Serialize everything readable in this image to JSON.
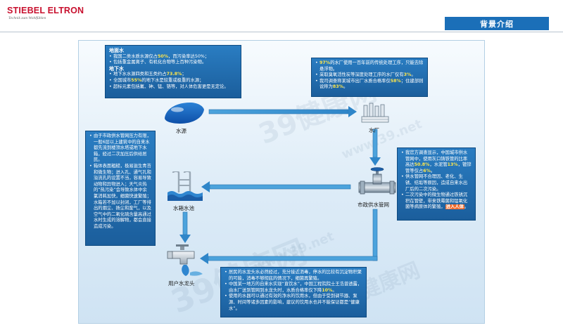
{
  "header": {
    "brand": "STIEBEL ELTRON",
    "tagline": "Technik zum Wohlfühlen",
    "section_title": "背景介绍"
  },
  "watermark": {
    "text1": "39健康网",
    "text2": "www.39.net"
  },
  "colors": {
    "panel_bg": "#dcebf7",
    "box_bg": "#1b5e9c",
    "highlight": "#ffe64a",
    "orange_highlight": "#f06a2b",
    "arrow": "#4ca3dc",
    "brand_red": "#c8102e",
    "tab_blue": "#1b6fb8"
  },
  "nodes": {
    "source": {
      "label": "水源",
      "icon": "water-drop-icon"
    },
    "plant": {
      "label": "水厂",
      "icon": "water-plant-icon"
    },
    "pipe": {
      "label": "市政供水管网",
      "icon": "pipe-valve-icon"
    },
    "tank": {
      "label": "水箱水池",
      "icon": "pool-ladder-icon"
    },
    "tap": {
      "label": "用户水龙头",
      "icon": "faucet-icon"
    }
  },
  "boxes": {
    "source": {
      "surface_title": "地面水",
      "s1a": "我国二类水质水源仅占",
      "s1h": "50%",
      "s1b": "，而污染率达50%；",
      "s2": "包括重金属离子、有机化合物等上百种污染物。",
      "ground_title": "地下水",
      "g1a": "地下水水源四类和五类约占",
      "g1h": "73.8%",
      "g1b": "；",
      "g2a": "全国城市",
      "g2h": "55%",
      "g2b": "的地下水是较重或极重的水源；",
      "g3": "超标元素包括氟、砷、锰、铬等，对人体危害更是无定论。"
    },
    "plant": {
      "p1a": "",
      "p1h": "97%",
      "p1b": "的水厂使用一百年前的传统处理工序，只能去除悬浮物。",
      "p2a": "采取臭氧活性炭等深度处理工序的水厂仅有",
      "p2h": "3%",
      "p2b": "。",
      "p3a": "我司调查称某城市出厂水质合格率仅",
      "p3h": "58%",
      "p3b": "；住建部则说称为",
      "p3h2": "83%",
      "p3c": "。"
    },
    "pipe": {
      "q1a": "我官方调查显示，中国城市供水管网中，使用灰口铸铁管的比率高达",
      "q1h": "50.8%",
      "q1b": "，水泥管",
      "q1h2": "13%",
      "q1c": "，镀锌管等仅占",
      "q1h3": "6%",
      "q1d": "。",
      "q2": "供水管网不合理因、老化、生锈、结垢等原因，造成自来水出厂后的二次污染。",
      "q3a": "二次污染中的微生物通过铁锈沉积在管壁，带来铁霉菌和锰氧化菌等病原体的繁殖，",
      "q3h": "进入人体",
      "q3b": "。"
    },
    "tank": {
      "t1": "由于市政供水管网压力有限，一般6层以上建筑中的自来水都先流到楼顶水塔或地下水箱，经过二次加压后供给居民。",
      "t2": "箱体表面粗糙，极易滋生青苔和微生物；进入孔、通气孔和溢流孔的设置不当，容易导致动物和异物进入；天气炎热的“热污染”会导致水体中余氯消耗加快，细菌快速繁殖；水箱若不加以封闭，工厂等排出的烟尘、扬尘和废气，以及空气中的二氧化硫含量高通过水时生成的溶解物，都会直接造成污染。"
    },
    "tap": {
      "u1": "居民的水龙头水必然经过，充分接近消毒，停水的比较有沉淀物积聚的可能，消毒不够彻底的情况下，细菌再繁殖。",
      "u2a": "中国某一地方的自来水实现“直饮水”，中国工程院院士王浩曾透露，由水厂送到管网到水龙头时，水质合格率仅下降",
      "u2h": "10%",
      "u2b": "。",
      "u3": "使用的水器可以通过有效的净水的饮用水，但由于受到调节器、泵源、时间等诸多因素的影响，建议的饮用水也并不能保证都是“健康水”。"
    }
  }
}
